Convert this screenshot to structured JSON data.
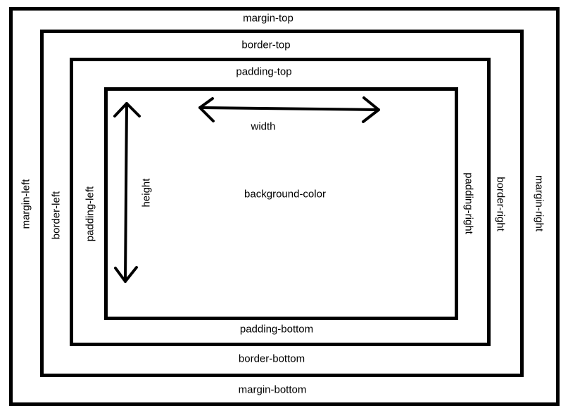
{
  "labels": {
    "margin_top": "margin-top",
    "border_top": "border-top",
    "padding_top": "padding-top",
    "width": "width",
    "height": "height",
    "background_color": "background-color",
    "margin_left": "margin-left",
    "border_left": "border-left",
    "padding_left": "padding-left",
    "padding_right": "padding-right",
    "border_right": "border-right",
    "margin_right": "margin-right",
    "padding_bottom": "padding-bottom",
    "border_bottom": "border-bottom",
    "margin_bottom": "margin-bottom"
  },
  "colors": {
    "stroke": "#000000",
    "background": "#ffffff"
  }
}
